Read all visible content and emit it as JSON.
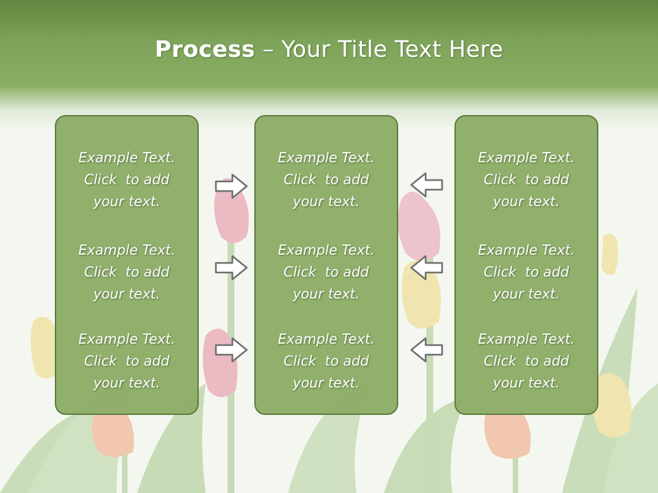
{
  "slide": {
    "title_bold": "Process",
    "title_rest": " – Your Title Text Here"
  },
  "columns": [
    {
      "items": [
        [
          "Example Text.",
          "Click  to add",
          "your text."
        ],
        [
          "Example Text.",
          "Click  to add",
          "your text."
        ],
        [
          "Example Text.",
          "Click  to add",
          "your text."
        ]
      ]
    },
    {
      "items": [
        [
          "Example Text.",
          "Click  to add",
          "your text."
        ],
        [
          "Example Text.",
          "Click  to add",
          "your text."
        ],
        [
          "Example Text.",
          "Click  to add",
          "your text."
        ]
      ]
    },
    {
      "items": [
        [
          "Example Text.",
          "Click  to add",
          "your text."
        ],
        [
          "Example Text.",
          "Click  to add",
          "your text."
        ],
        [
          "Example Text.",
          "Click  to add",
          "your text."
        ]
      ]
    }
  ],
  "colors": {
    "header": "#7ea35a",
    "box_fill": "#8eae68",
    "box_border": "#5a7a3a",
    "arrow_stroke": "#707070"
  },
  "icons": [
    "arrow-right-icon",
    "arrow-left-icon"
  ]
}
